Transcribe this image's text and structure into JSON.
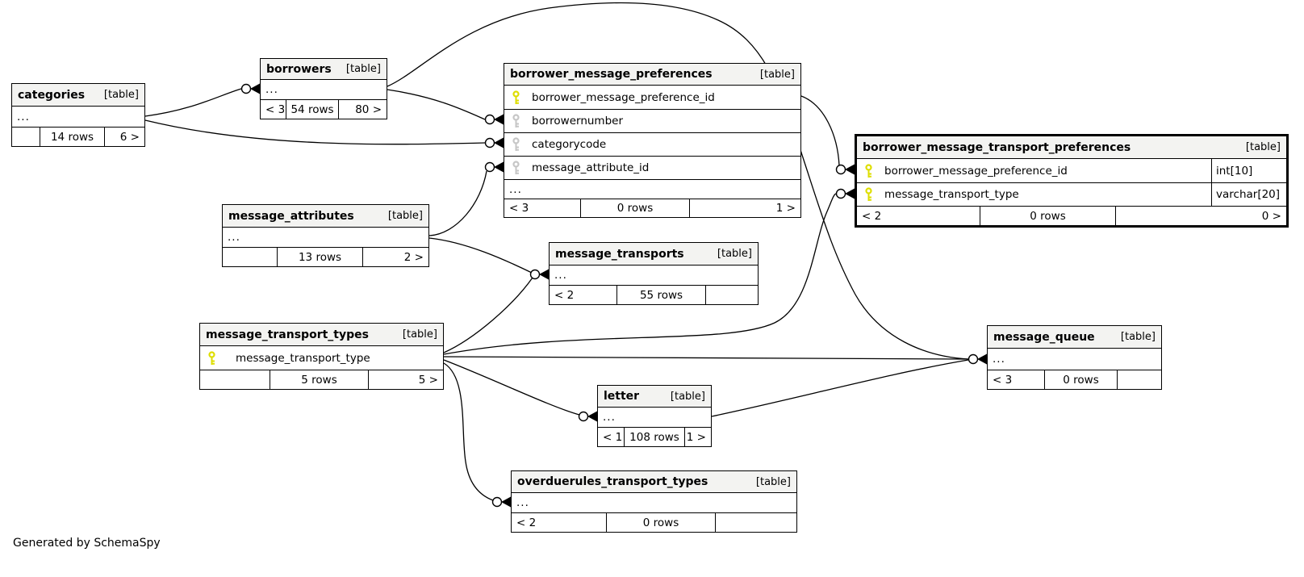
{
  "note": "Generated by SchemaSpy",
  "tables": [
    {
      "name": "categories",
      "tag": "[table]",
      "ellipsis": "...",
      "footer": {
        "parents": "",
        "rows": "14 rows",
        "children": "6 >"
      }
    },
    {
      "name": "borrowers",
      "tag": "[table]",
      "ellipsis": "...",
      "footer": {
        "parents": "< 3",
        "rows": "54 rows",
        "children": "80 >"
      }
    },
    {
      "name": "borrower_message_preferences",
      "tag": "[table]",
      "ellipsis": "...",
      "columns": [
        {
          "key": "primary",
          "name": "borrower_message_preference_id"
        },
        {
          "key": "foreign",
          "name": "borrowernumber"
        },
        {
          "key": "foreign",
          "name": "categorycode"
        },
        {
          "key": "foreign",
          "name": "message_attribute_id"
        }
      ],
      "footer": {
        "parents": "< 3",
        "rows": "0 rows",
        "children": "1 >"
      }
    },
    {
      "name": "borrower_message_transport_preferences",
      "tag": "[table]",
      "emphasized": true,
      "columns": [
        {
          "key": "primary",
          "name": "borrower_message_preference_id",
          "type": "int[10]"
        },
        {
          "key": "primary",
          "name": "message_transport_type",
          "type": "varchar[20]"
        }
      ],
      "footer": {
        "parents": "< 2",
        "rows": "0 rows",
        "children": "0 >"
      }
    },
    {
      "name": "message_attributes",
      "tag": "[table]",
      "ellipsis": "...",
      "footer": {
        "parents": "",
        "rows": "13 rows",
        "children": "2 >"
      }
    },
    {
      "name": "message_transports",
      "tag": "[table]",
      "ellipsis": "...",
      "footer": {
        "parents": "< 2",
        "rows": "55 rows",
        "children": ""
      }
    },
    {
      "name": "message_transport_types",
      "tag": "[table]",
      "columns": [
        {
          "key": "primary",
          "name": "message_transport_type"
        }
      ],
      "footer": {
        "parents": "",
        "rows": "5 rows",
        "children": "5 >"
      }
    },
    {
      "name": "message_queue",
      "tag": "[table]",
      "ellipsis": "...",
      "footer": {
        "parents": "< 3",
        "rows": "0 rows",
        "children": ""
      }
    },
    {
      "name": "letter",
      "tag": "[table]",
      "ellipsis": "...",
      "footer": {
        "parents": "< 1",
        "rows": "108 rows",
        "children": "1 >"
      }
    },
    {
      "name": "overduerules_transport_types",
      "tag": "[table]",
      "ellipsis": "...",
      "footer": {
        "parents": "< 2",
        "rows": "0 rows",
        "children": ""
      }
    }
  ],
  "relationships": [
    {
      "parent": "categories",
      "child": "borrowers"
    },
    {
      "parent": "categories",
      "child": "borrower_message_preferences.categorycode"
    },
    {
      "parent": "borrowers",
      "child": "borrower_message_preferences.borrowernumber"
    },
    {
      "parent": "borrowers",
      "child": "message_queue"
    },
    {
      "parent": "message_attributes",
      "child": "borrower_message_preferences.message_attribute_id"
    },
    {
      "parent": "message_attributes",
      "child": "message_transports"
    },
    {
      "parent": "borrower_message_preferences",
      "child": "borrower_message_transport_preferences.borrower_message_preference_id"
    },
    {
      "parent": "message_transport_types",
      "child": "borrower_message_transport_preferences.message_transport_type"
    },
    {
      "parent": "message_transport_types",
      "child": "message_transports"
    },
    {
      "parent": "message_transport_types",
      "child": "message_queue"
    },
    {
      "parent": "message_transport_types",
      "child": "letter"
    },
    {
      "parent": "message_transport_types",
      "child": "overduerules_transport_types"
    },
    {
      "parent": "letter",
      "child": "message_queue"
    }
  ]
}
